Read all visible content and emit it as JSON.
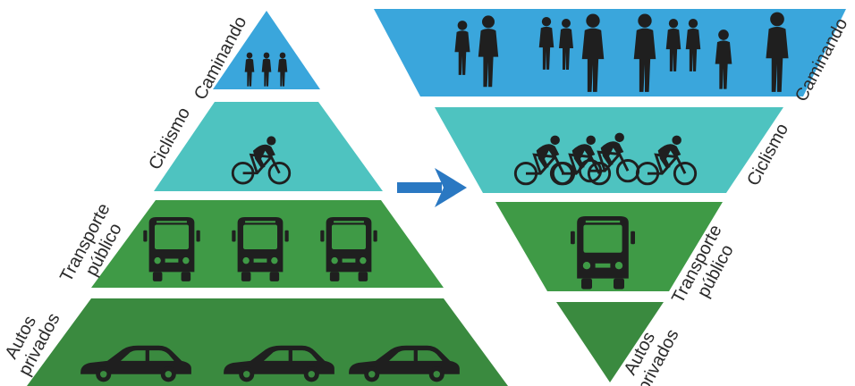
{
  "colors": {
    "walking": "#3aa6dc",
    "cycling": "#4ec3c0",
    "transit": "#3f9a46",
    "cars": "#3a8a3f",
    "silhouette": "#1f1f1f",
    "arrow": "#2a78c2"
  },
  "icons": {
    "walking": "person-silhouette-icon",
    "cycling": "cyclist-icon",
    "transit": "bus-icon",
    "cars": "car-icon",
    "transition": "right-arrow-icon"
  },
  "left_pyramid": {
    "levels": [
      {
        "key": "walking",
        "label_lines": [
          "Caminando"
        ]
      },
      {
        "key": "cycling",
        "label_lines": [
          "Ciclismo"
        ]
      },
      {
        "key": "transit",
        "label_lines": [
          "Transporte",
          "público"
        ]
      },
      {
        "key": "cars",
        "label_lines": [
          "Autos",
          "privados"
        ]
      }
    ]
  },
  "right_pyramid": {
    "levels": [
      {
        "key": "walking",
        "label_lines": [
          "Caminando"
        ]
      },
      {
        "key": "cycling",
        "label_lines": [
          "Ciclismo"
        ]
      },
      {
        "key": "transit",
        "label_lines": [
          "Transporte",
          "público"
        ]
      },
      {
        "key": "cars",
        "label_lines": [
          "Autos",
          "privados"
        ]
      }
    ]
  }
}
